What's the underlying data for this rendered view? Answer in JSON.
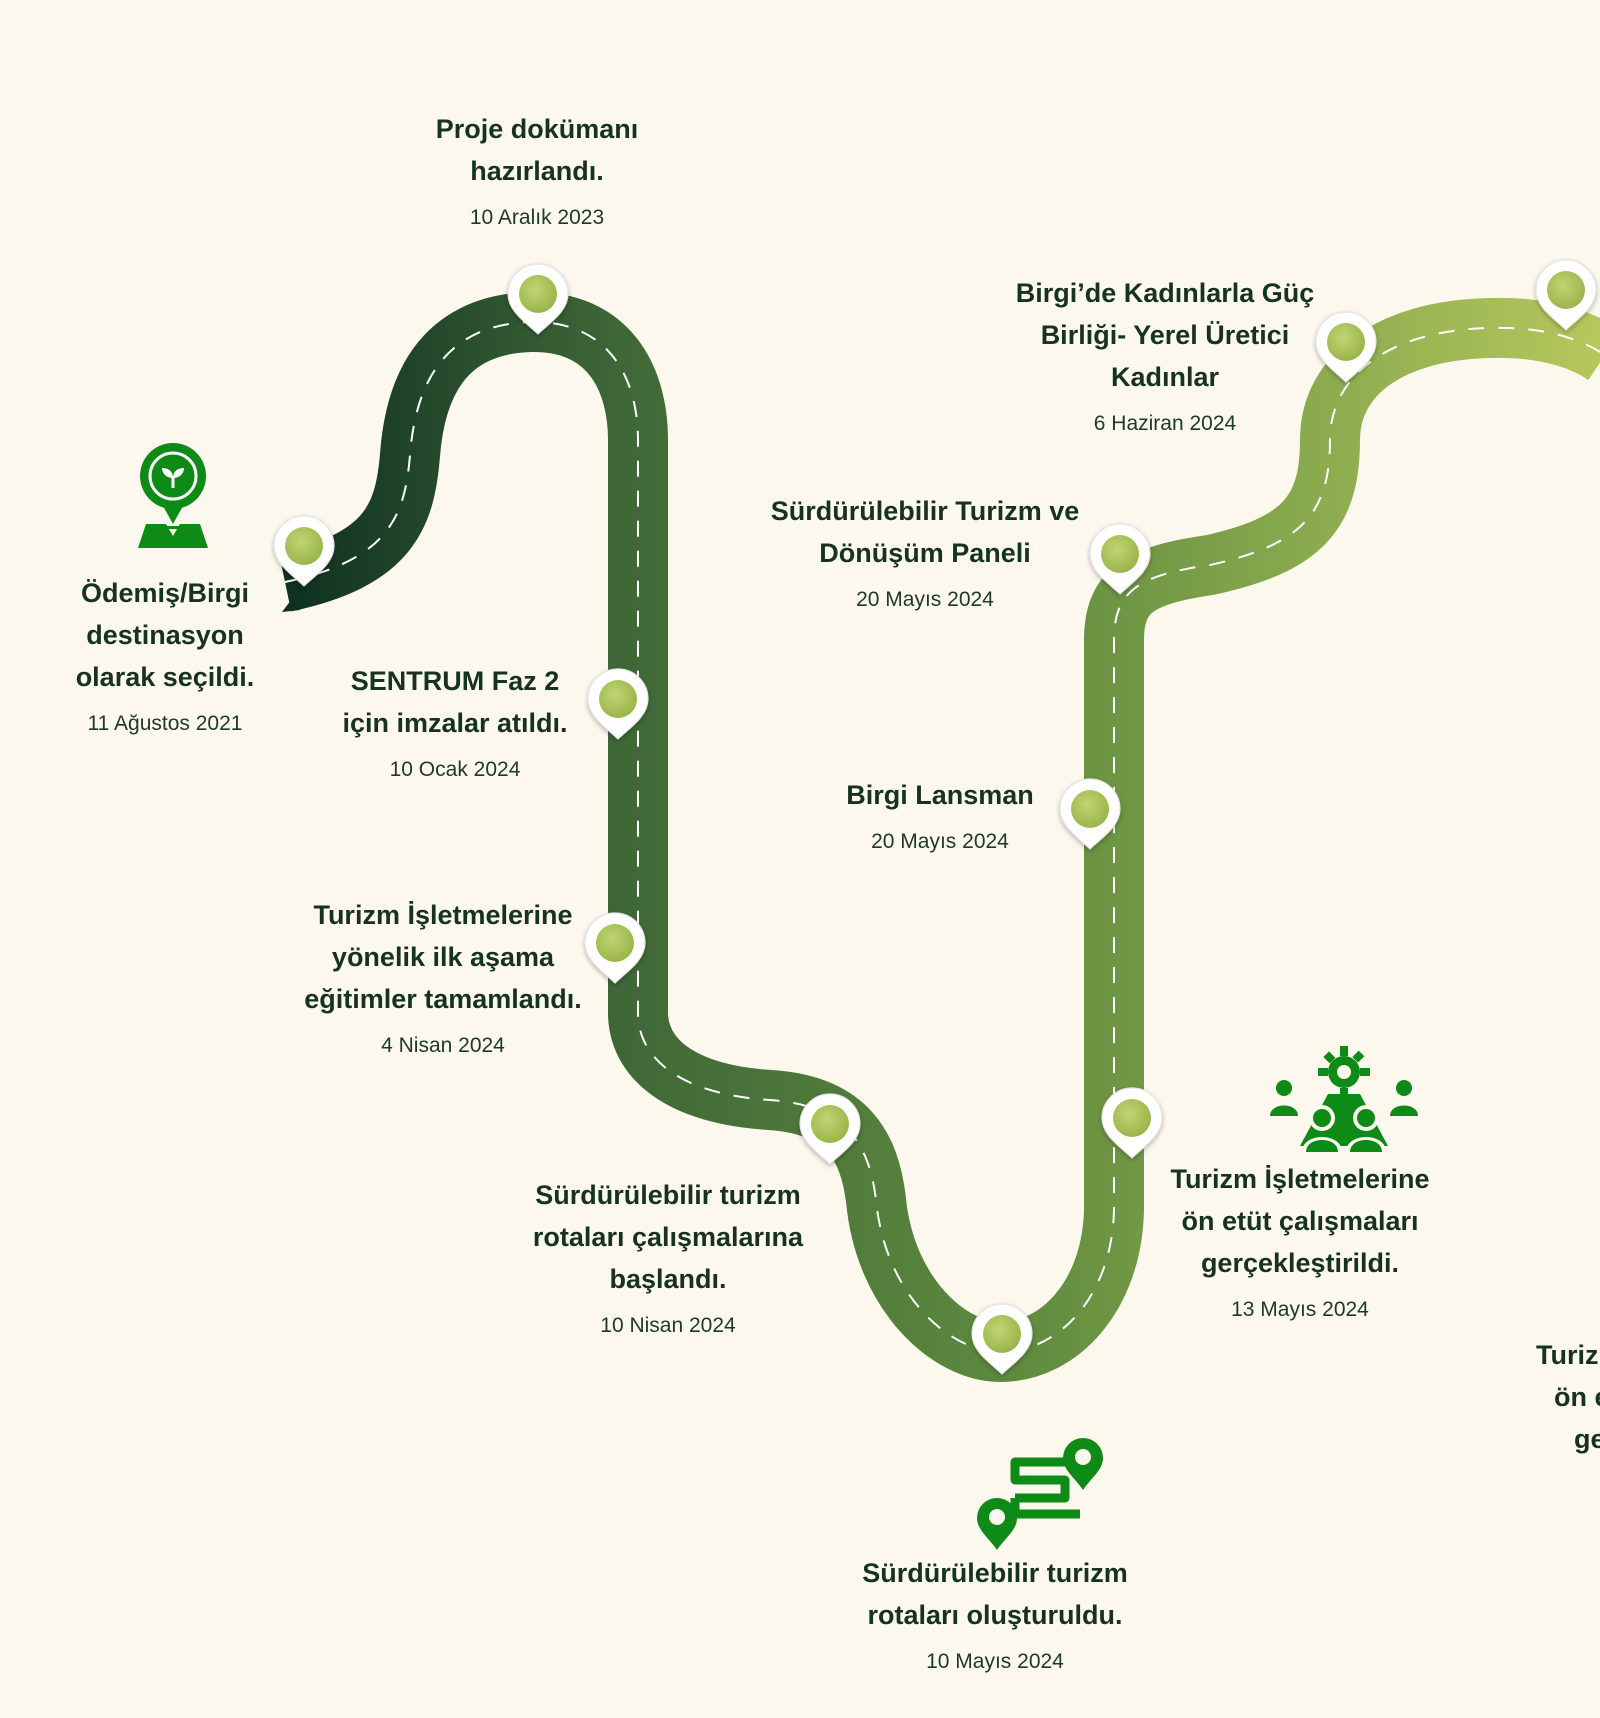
{
  "colors": {
    "background": "#fdf8ee",
    "road_start": "#0f3121",
    "road_end": "#b6c75c",
    "marker_fill": "#a9c25a",
    "icon_green": "#0e8a16"
  },
  "milestones": [
    {
      "title": "Ödemiş/Birgi destinasyon olarak seçildi.",
      "date": "11 Ağustos 2021",
      "icon": "location-sprout-icon"
    },
    {
      "title": "Proje dokümanı hazırlandı.",
      "date": "10 Aralık 2023"
    },
    {
      "title": "SENTRUM Faz 2 için imzalar atıldı.",
      "date": "10 Ocak 2024"
    },
    {
      "title": "Turizm İşletmelerine yönelik ilk aşama eğitimler tamamlandı.",
      "date": "4 Nisan 2024"
    },
    {
      "title": "Sürdürülebilir turizm rotaları çalışmalarına başlandı.",
      "date": "10 Nisan 2024"
    },
    {
      "title": "Sürdürülebilir turizm rotaları oluşturuldu.",
      "date": "10 Mayıs 2024",
      "icon": "route-map-icon"
    },
    {
      "title": "Turizm İşletmelerine ön etüt çalışmaları gerçekleştirildi.",
      "date": "13 Mayıs 2024",
      "icon": "team-gear-icon"
    },
    {
      "title": "Birgi Lansman",
      "date": "20 Mayıs 2024"
    },
    {
      "title": "Sürdürülebilir Turizm ve Dönüşüm Paneli",
      "date": "20 Mayıs 2024"
    },
    {
      "title": "Birgi’de Kadınlarla Güç Birliği- Yerel Üretici Kadınlar",
      "date": "6 Haziran 2024"
    }
  ],
  "partial_label": {
    "lines": [
      "Turiz",
      "ön e",
      "ge"
    ]
  }
}
